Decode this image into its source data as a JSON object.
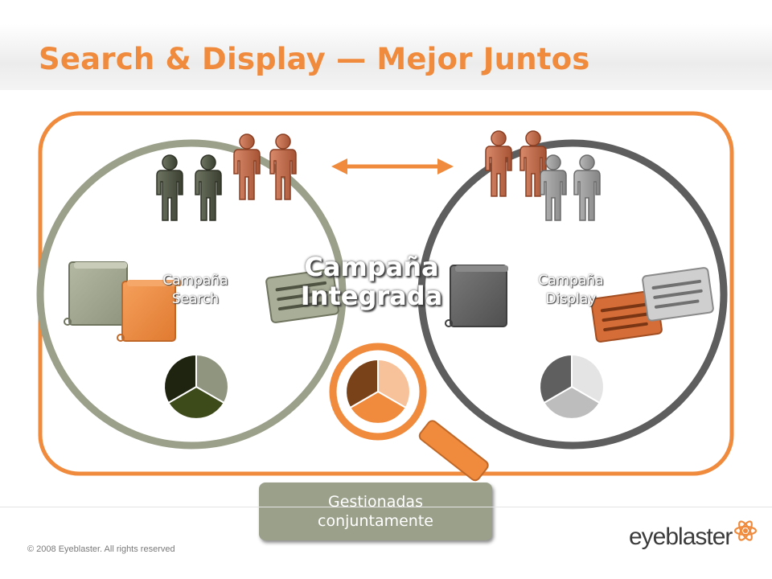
{
  "slide": {
    "title": "Search & Display — Mejor Juntos",
    "copyright": "© 2008 Eyeblaster. All rights reserved",
    "logo_text": "eyeblaster"
  },
  "diagram": {
    "search_label_line1": "Campaña",
    "search_label_line2": "Search",
    "display_label_line1": "Campaña",
    "display_label_line2": "Display",
    "integrated_label_line1": "Campaña",
    "integrated_label_line2": "Integrada",
    "managed_line1": "Gestionadas",
    "managed_line2": "conjuntamente"
  },
  "colors": {
    "accent_orange": "#f08a3c",
    "search_green": "#9aa08a",
    "display_gray": "#6a6a6a"
  }
}
